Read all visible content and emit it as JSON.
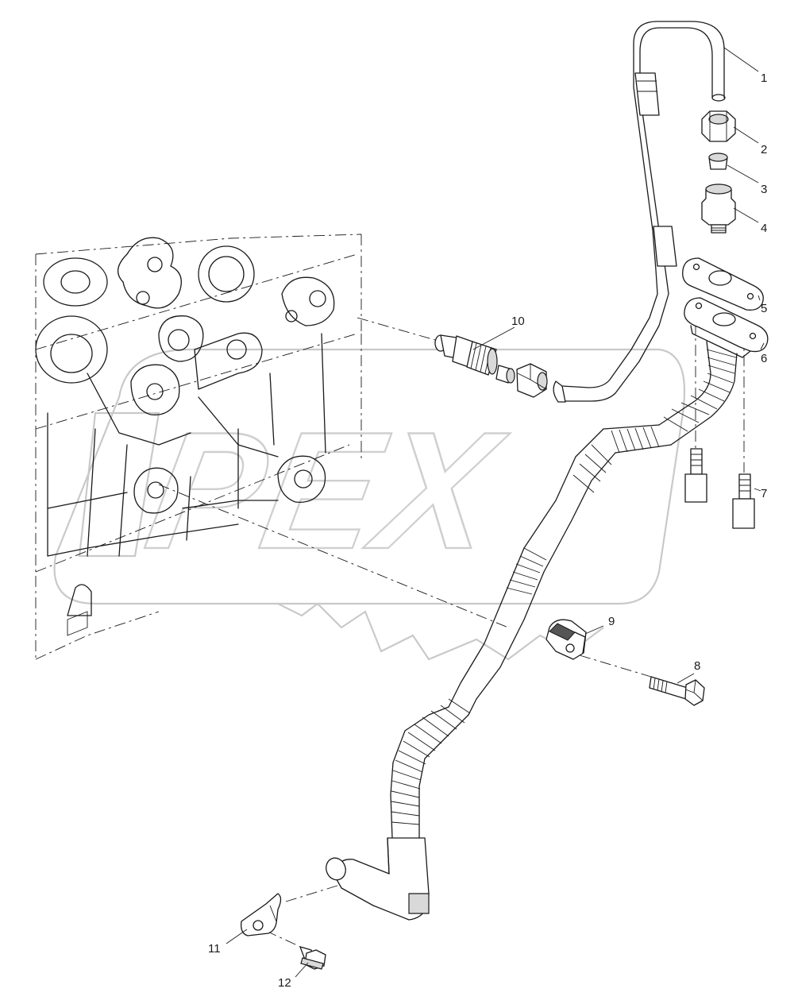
{
  "watermark": {
    "brand": "PEX"
  },
  "callouts": [
    {
      "id": "1",
      "label": "1"
    },
    {
      "id": "2",
      "label": "2"
    },
    {
      "id": "3",
      "label": "3"
    },
    {
      "id": "4",
      "label": "4"
    },
    {
      "id": "5",
      "label": "5"
    },
    {
      "id": "6",
      "label": "6"
    },
    {
      "id": "7",
      "label": "7"
    },
    {
      "id": "8",
      "label": "8"
    },
    {
      "id": "9",
      "label": "9"
    },
    {
      "id": "10",
      "label": "10"
    },
    {
      "id": "11",
      "label": "11"
    },
    {
      "id": "12",
      "label": "12"
    }
  ]
}
